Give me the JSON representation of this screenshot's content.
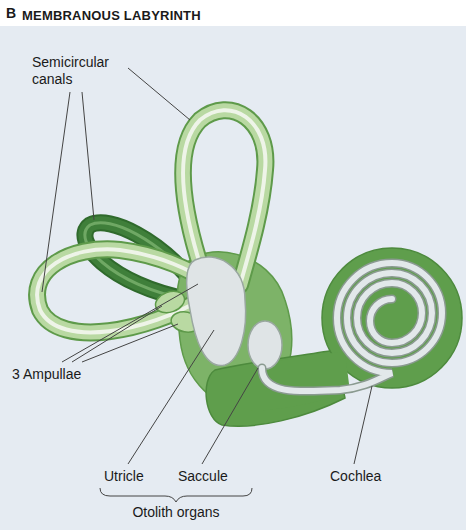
{
  "diagram": {
    "title": "MEMBRANOUS LABYRINTH",
    "labels": [
      "B",
      "Semicircular canals",
      "3 Ampullae",
      "Utricle",
      "Saccule",
      "Otolith organs",
      "Cochlea"
    ]
  }
}
